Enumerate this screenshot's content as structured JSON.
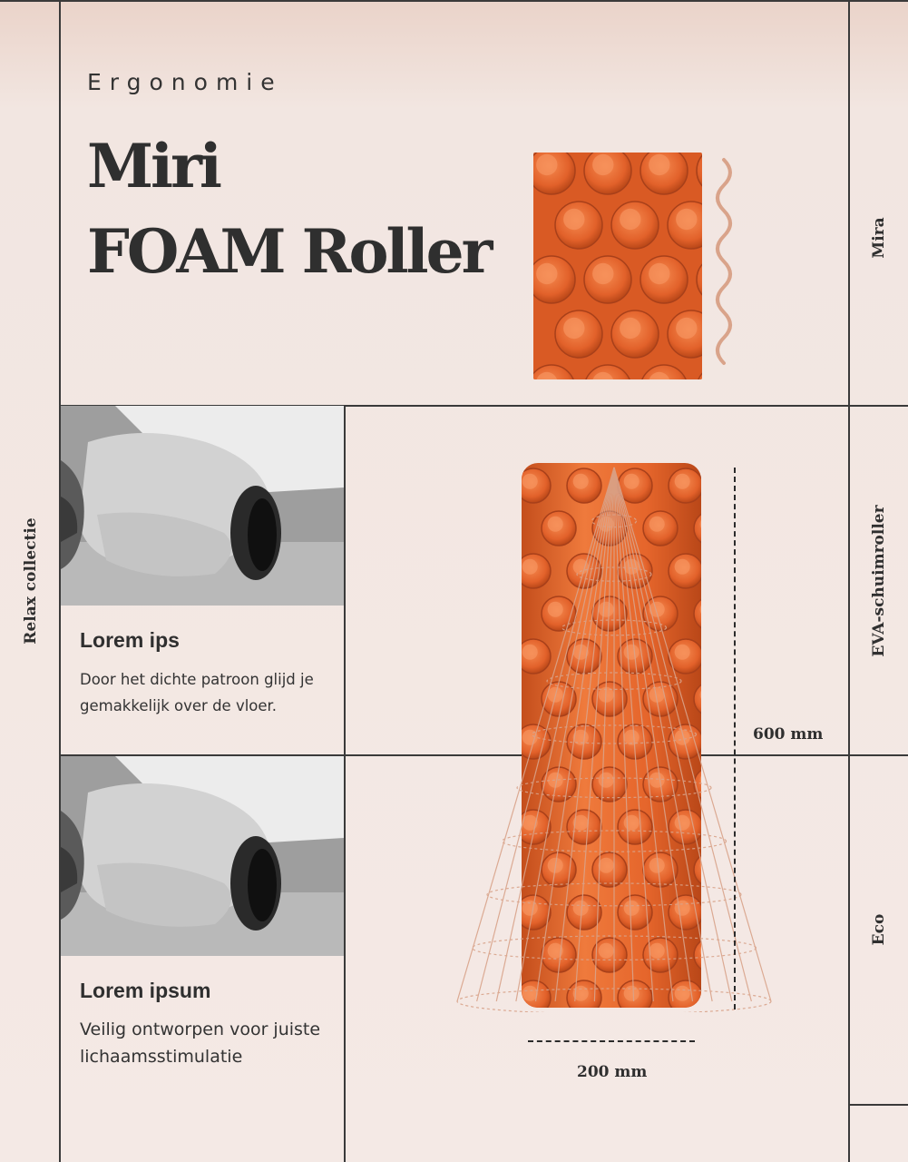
{
  "header": {
    "eyebrow": "Ergonomie",
    "title_line1": "Miri",
    "title_line2": "FOAM Roller"
  },
  "side_labels": {
    "left": "Relax collectie",
    "right_top": "Mira",
    "right_middle": "EVA-schuimroller",
    "right_bottom": "Eco"
  },
  "cards": [
    {
      "title": "Lorem ips",
      "text": "Door het dichte patroon glijd je gemakkelijk over de vloer."
    },
    {
      "title": "Lorem ipsum",
      "text": "Veilig ontworpen voor juiste lichaamsstimulatie"
    }
  ],
  "dimensions": {
    "height": "600 mm",
    "width": "200 mm"
  },
  "colors": {
    "background": "#f3e7e2",
    "foam_orange": "#e8672e",
    "foam_shadow": "#b8461a",
    "lines": "#3a3a3a",
    "wireframe": "#d9a38a"
  }
}
